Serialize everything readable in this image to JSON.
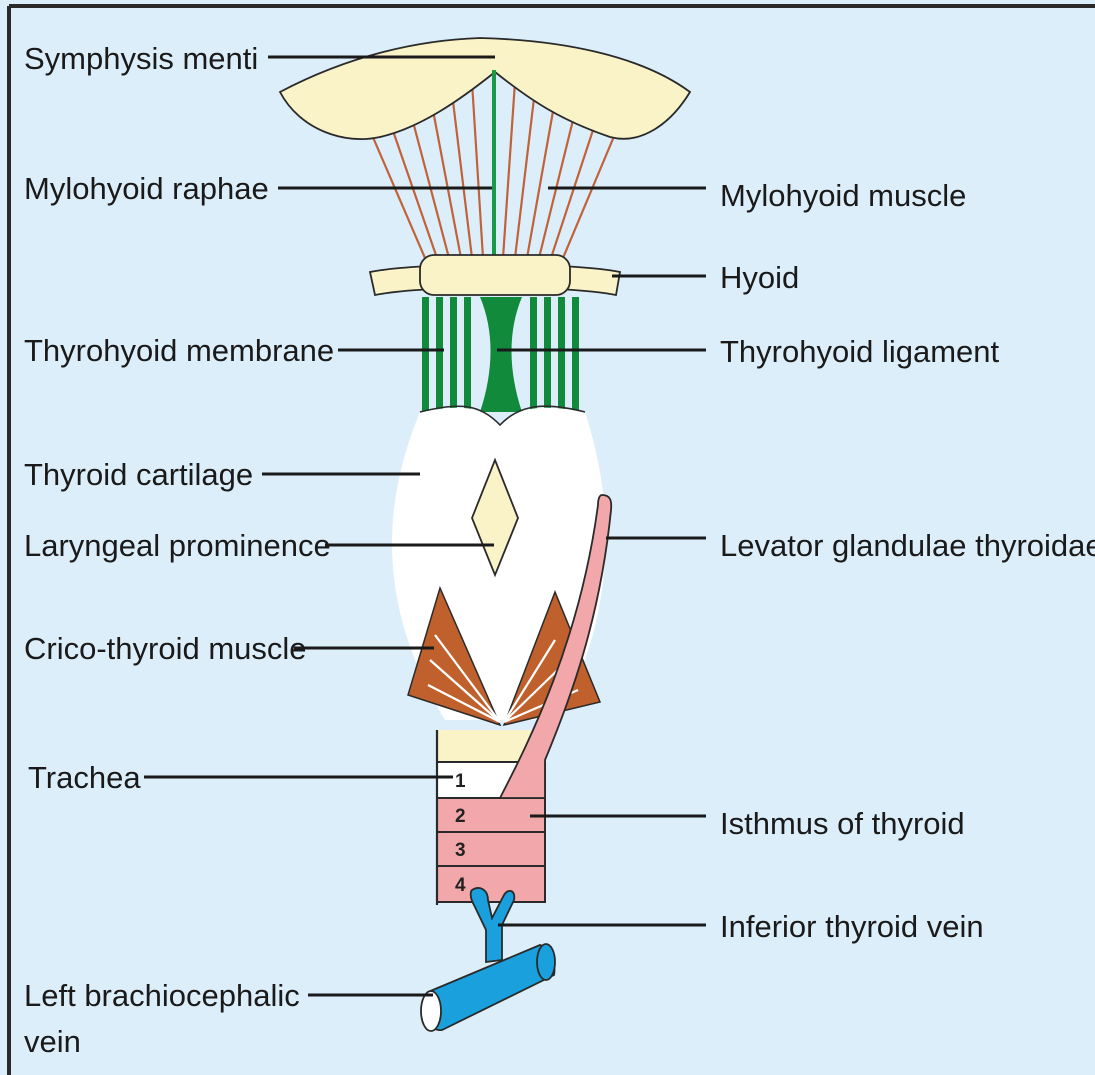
{
  "colors": {
    "background": "#dceefa",
    "frame": "#2a2a2a",
    "bone": "#fbf3c8",
    "muscle_stripe": "#c0623a",
    "raphae": "#1a9a48",
    "membrane": "#128a3c",
    "cartilage": "#ffffff",
    "cricothyroid": "#c0612d",
    "thyroid_tissue": "#f2a8ab",
    "vein": "#1aa0dc",
    "leader_line": "#1a1a1a"
  },
  "labels": {
    "symphysis_menti": "Symphysis menti",
    "mylohyoid_raphae": "Mylohyoid raphae",
    "mylohyoid_muscle": "Mylohyoid muscle",
    "hyoid": "Hyoid",
    "thyrohyoid_membrane": "Thyrohyoid membrane",
    "thyrohyoid_ligament": "Thyrohyoid ligament",
    "thyroid_cartilage": "Thyroid cartilage",
    "laryngeal_prominence": "Laryngeal prominence",
    "levator_glandulae_thyroidae": "Levator glandulae thyroidae",
    "crico_thyroid_muscle": "Crico-thyroid muscle",
    "trachea": "Trachea",
    "isthmus_of_thyroid": "Isthmus of thyroid",
    "inferior_thyroid_vein": "Inferior thyroid vein",
    "left_brachiocephalic_vein_line1": "Left brachiocephalic",
    "left_brachiocephalic_vein_line2": "vein"
  },
  "tracheal_rings": [
    "1",
    "2",
    "3",
    "4"
  ]
}
